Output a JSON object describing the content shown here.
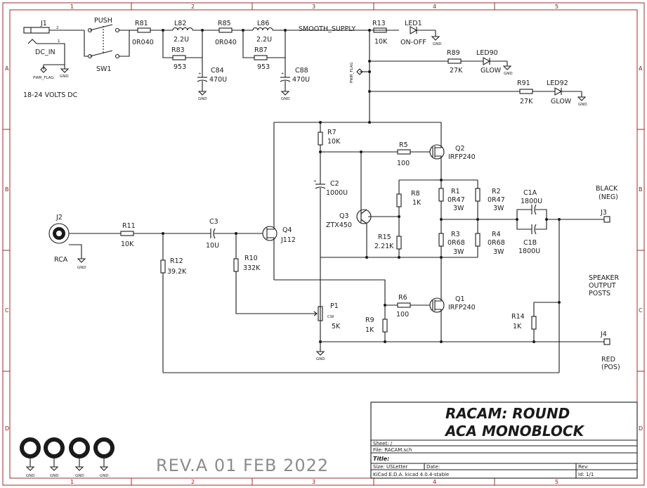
{
  "frame": {
    "cols": [
      "1",
      "2",
      "3",
      "4",
      "5"
    ],
    "rows": [
      "A",
      "B",
      "C",
      "D"
    ]
  },
  "labels": {
    "gnd": "GND",
    "pwr_flag": "PWR_FLAG",
    "net_smooth": "SMOOTH_SUPPLY",
    "dc_note": "18-24 VOLTS DC",
    "rca": "RCA",
    "speaker": [
      "SPEAKER",
      "OUTPUT",
      "POSTS"
    ],
    "black": [
      "BLACK",
      "(NEG)"
    ],
    "red": [
      "RED",
      "(POS)"
    ],
    "cw": "CW",
    "revision": "REV.A   01 FEB 2022"
  },
  "components": {
    "J1": {
      "ref": "J1",
      "value": "DC_IN"
    },
    "SW1": {
      "ref": "SW1",
      "value": "PUSH"
    },
    "R81": {
      "ref": "R81",
      "value": "0R040"
    },
    "L82": {
      "ref": "L82",
      "value": "2.2U"
    },
    "R83": {
      "ref": "R83",
      "value": "953"
    },
    "C84": {
      "ref": "C84",
      "value": "470U"
    },
    "R85": {
      "ref": "R85",
      "value": "0R040"
    },
    "L86": {
      "ref": "L86",
      "value": "2.2U"
    },
    "R87": {
      "ref": "R87",
      "value": "953"
    },
    "C88": {
      "ref": "C88",
      "value": "470U"
    },
    "R13": {
      "ref": "R13",
      "value": "10K"
    },
    "LED1": {
      "ref": "LED1",
      "value": "ON-OFF"
    },
    "R89": {
      "ref": "R89",
      "value": "27K"
    },
    "LED90": {
      "ref": "LED90",
      "value": "GLOW"
    },
    "R91": {
      "ref": "R91",
      "value": "27K"
    },
    "LED92": {
      "ref": "LED92",
      "value": "GLOW"
    },
    "R7": {
      "ref": "R7",
      "value": "10K"
    },
    "R5": {
      "ref": "R5",
      "value": "100"
    },
    "Q2": {
      "ref": "Q2",
      "value": "IRFP240"
    },
    "C2": {
      "ref": "C2",
      "value": "1000U"
    },
    "R8": {
      "ref": "R8",
      "value": "1K"
    },
    "R1": {
      "ref": "R1",
      "value": "0R47",
      "power": "3W"
    },
    "R2": {
      "ref": "R2",
      "value": "0R47",
      "power": "3W"
    },
    "C1A": {
      "ref": "C1A",
      "value": "1800U"
    },
    "C1B": {
      "ref": "C1B",
      "value": "1800U"
    },
    "J3": {
      "ref": "J3"
    },
    "Q3": {
      "ref": "Q3",
      "value": "ZTX450"
    },
    "R15": {
      "ref": "R15",
      "value": "2.21K"
    },
    "R3": {
      "ref": "R3",
      "value": "0R68",
      "power": "3W"
    },
    "R4": {
      "ref": "R4",
      "value": "0R68",
      "power": "3W"
    },
    "J2": {
      "ref": "J2"
    },
    "R11": {
      "ref": "R11",
      "value": "10K"
    },
    "C3": {
      "ref": "C3",
      "value": "10U"
    },
    "Q4": {
      "ref": "Q4",
      "value": "J112"
    },
    "R12": {
      "ref": "R12",
      "value": "39.2K"
    },
    "R10": {
      "ref": "R10",
      "value": "332K"
    },
    "P1": {
      "ref": "P1",
      "value": "5K"
    },
    "R9": {
      "ref": "R9",
      "value": "1K"
    },
    "R6": {
      "ref": "R6",
      "value": "100"
    },
    "Q1": {
      "ref": "Q1",
      "value": "IRFP240"
    },
    "R14": {
      "ref": "R14",
      "value": "1K"
    },
    "J4": {
      "ref": "J4"
    }
  },
  "title_block": {
    "project_line1": "RACAM:    ROUND",
    "project_line2": "ACA MONOBLOCK",
    "sheet": "Sheet: /",
    "file": "File: RACAM.sch",
    "title": "Title:",
    "size": "Size: USLetter",
    "date": "Date:",
    "rev": "Rev:",
    "tool": "KiCad E.D.A.  kicad 4.0.4-stable",
    "id": "Id: 1/1"
  }
}
